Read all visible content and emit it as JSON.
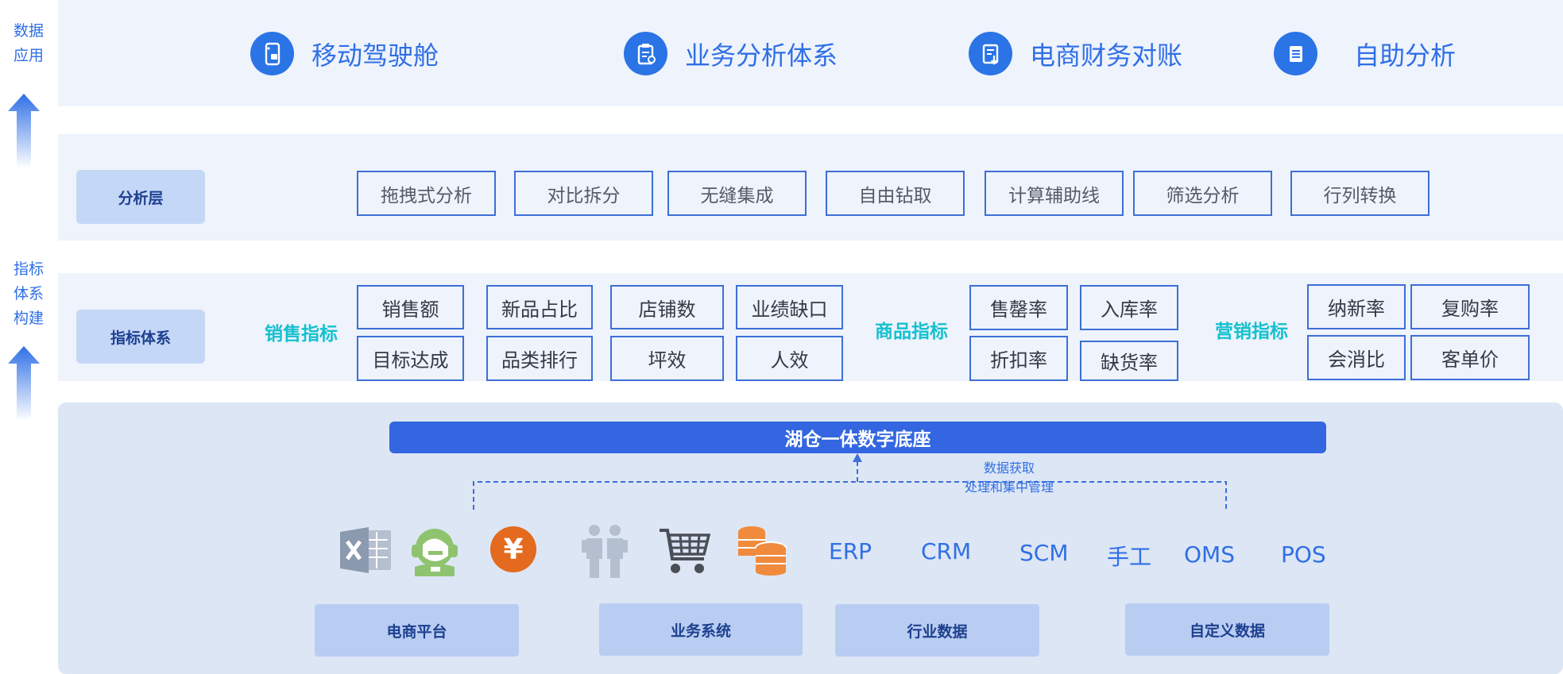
{
  "side": {
    "data_app": [
      "数据",
      "应用"
    ],
    "metric_sys": [
      "指标",
      "体系",
      "构建"
    ]
  },
  "apps": [
    {
      "label": "移动驾驶舱",
      "icon": "mobile-cockpit-icon"
    },
    {
      "label": "业务分析体系",
      "icon": "clipboard-analysis-icon"
    },
    {
      "label": "电商财务对账",
      "icon": "finance-reconcile-icon"
    },
    {
      "label": "自助分析",
      "icon": "list-analysis-icon"
    }
  ],
  "analysis": {
    "layer_label": "分析层",
    "features": [
      "拖拽式分析",
      "对比拆分",
      "无缝集成",
      "自由钻取",
      "计算辅助线",
      "筛选分析",
      "行列转换"
    ]
  },
  "metrics": {
    "layer_label": "指标体系",
    "sales": {
      "label": "销售指标",
      "items": [
        "销售额",
        "新品占比",
        "店铺数",
        "业绩缺口",
        "目标达成",
        "品类排行",
        "坪效",
        "人效"
      ]
    },
    "product": {
      "label": "商品指标",
      "items": [
        "售罄率",
        "入库率",
        "折扣率",
        "缺货率"
      ]
    },
    "marketing": {
      "label": "营销指标",
      "items": [
        "纳新率",
        "复购率",
        "会消比",
        "客单价"
      ]
    }
  },
  "base": {
    "title": "湖仓一体数字底座",
    "flow_note": [
      "数据获取",
      "处理和集中管理"
    ],
    "sources_text": [
      "ERP",
      "CRM",
      "SCM",
      "手工",
      "OMS",
      "POS"
    ],
    "source_icons": [
      "excel-icon",
      "customer-service-icon",
      "yuan-coin-icon",
      "people-icon",
      "shopping-cart-icon",
      "coin-stack-icon"
    ],
    "source_tags": [
      "电商平台",
      "业务系统",
      "行业数据",
      "自定义数据"
    ]
  },
  "colors": {
    "primary": "#2f6fe6",
    "accent_cyan": "#15c0cf",
    "band": "#eef3fc",
    "base_band": "#dde6f5",
    "base_bar": "#3366e0",
    "icon_gray": "#8c9ab0",
    "icon_green": "#8fc36f",
    "icon_orange": "#e36a1e"
  }
}
